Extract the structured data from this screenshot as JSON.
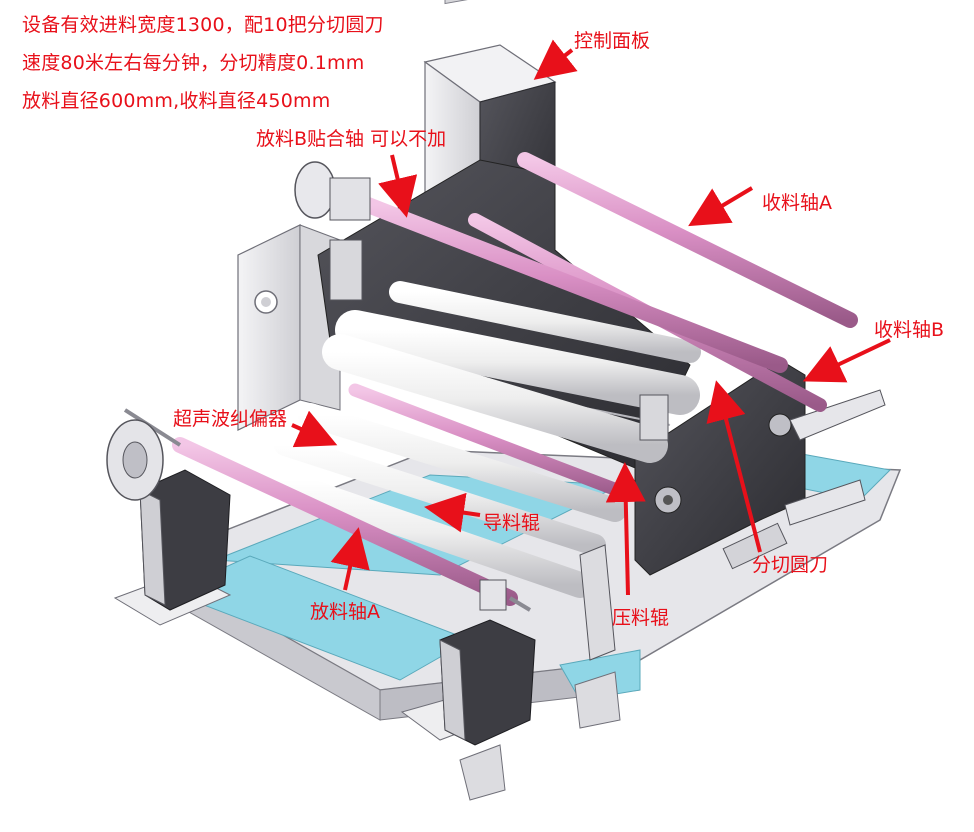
{
  "specs": {
    "line1": "设备有效进料宽度1300，配10把分切圆刀",
    "line2": "速度80米左右每分钟，分切精度0.1mm",
    "line3": "放料直径600mm,收料直径450mm"
  },
  "callouts": {
    "control_panel": "控制面板",
    "unwind_b": "放料B贴合轴 可以不加",
    "rewind_a": "收料轴A",
    "rewind_b": "收料轴B",
    "ultrasonic": "超声波纠偏器",
    "guide_roller": "导料辊",
    "slitting_knife": "分切圆刀",
    "unwind_a": "放料轴A",
    "pressure_roller": "压料辊"
  },
  "colors": {
    "label": "#e8101a",
    "shaft": "#d98fc4",
    "roller": "#f2f2f2",
    "frame_dark": "#3e3e44",
    "frame_light": "#e4e4e6",
    "base_blue": "#8fd6e6"
  }
}
